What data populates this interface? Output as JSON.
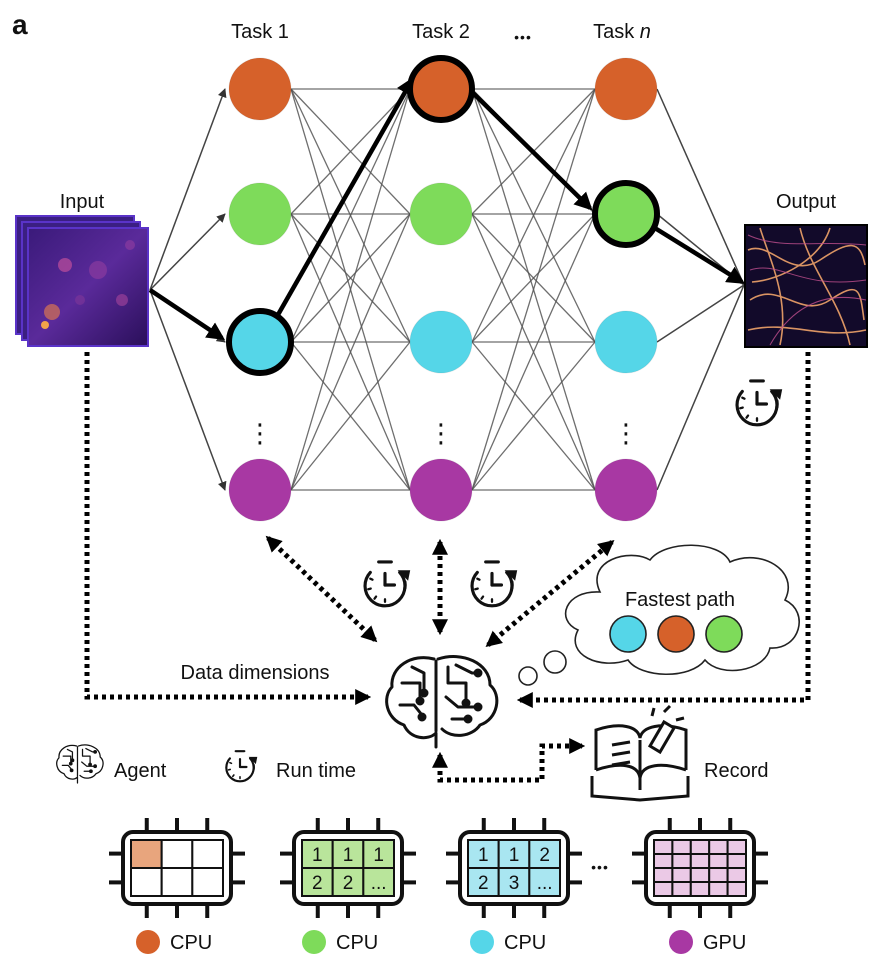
{
  "panel_label": "a",
  "columns": {
    "task1": "Task 1",
    "task2": "Task 2",
    "ellipsis": "•••",
    "taskn_prefix": "Task ",
    "taskn_var": "n"
  },
  "input_label": "Input",
  "output_label": "Output",
  "vertical_ellipsis": "⋮",
  "data_dimensions_label": "Data dimensions",
  "thought_bubble": {
    "title": "Fastest path",
    "path_nodes": [
      "CPU (cyan)",
      "CPU (orange)",
      "CPU (green)"
    ]
  },
  "legend": {
    "agent": "Agent",
    "run_time": "Run time",
    "record": "Record"
  },
  "chips": [
    {
      "cells": [
        "",
        "",
        "",
        "",
        "",
        ""
      ]
    },
    {
      "cells": [
        "1",
        "1",
        "1",
        "2",
        "2",
        "..."
      ]
    },
    {
      "cells": [
        "1",
        "1",
        "2",
        "2",
        "3",
        "..."
      ]
    },
    {
      "cells": []
    }
  ],
  "chips_ellipsis": "•••",
  "resource_legend": [
    {
      "label": "CPU",
      "color": "#D6612A"
    },
    {
      "label": "CPU",
      "color": "#7EDB5A"
    },
    {
      "label": "CPU",
      "color": "#55D6E8"
    },
    {
      "label": "GPU",
      "color": "#A838A3"
    }
  ],
  "colors": {
    "orange": "#D6612A",
    "green": "#7EDB5A",
    "cyan": "#55D6E8",
    "purple": "#A838A3",
    "chip_orange": "#E8A57D",
    "chip_green": "#B9E59B",
    "chip_cyan": "#A9E6F1",
    "chip_pink": "#EBC9E6"
  }
}
